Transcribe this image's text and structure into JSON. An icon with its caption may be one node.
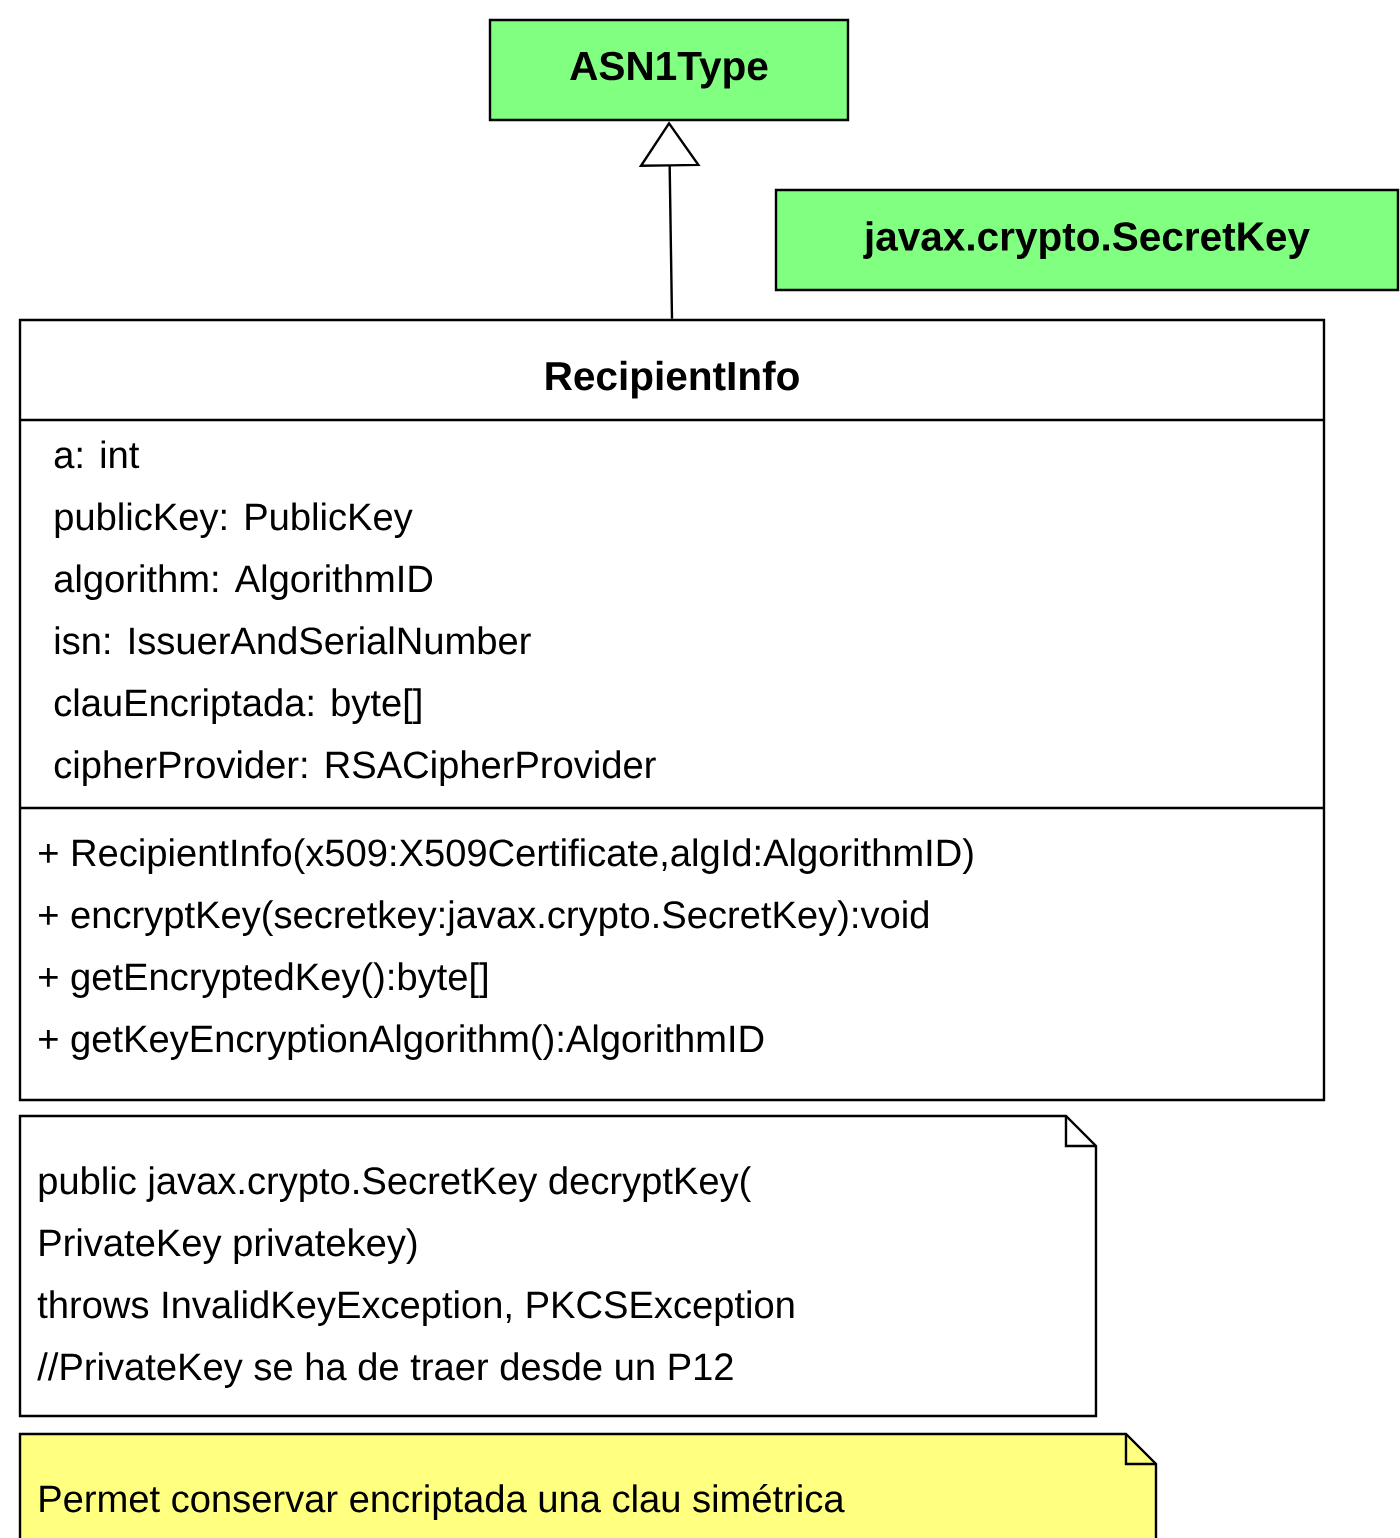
{
  "diagram": {
    "nodes": [
      {
        "text": [
          "ASN1Type"
        ]
      },
      {
        "text": [
          "javax.crypto.SecretKey"
        ]
      },
      {
        "text": [
          "RecipientInfo",
          "a: int",
          "publicKey: PublicKey",
          "algorithm: AlgorithmID",
          "isn: IssuerAndSerialNumber",
          "clauEncriptada: byte[]",
          "cipherProvider: RSACipherProvider",
          "+ RecipientInfo(x509:X509Certificate,algId:AlgorithmID)",
          "+ encryptKey(secretkey:javax.crypto.SecretKey):void",
          "+ getEncryptedKey():byte[]",
          "+ getKeyEncryptionAlgorithm():AlgorithmID"
        ]
      },
      {
        "text": [
          "public javax.crypto.SecretKey decryptKey(",
          "PrivateKey privatekey)",
          "throws InvalidKeyException, PKCSException",
          "//PrivateKey se ha de traer desde un P12"
        ]
      },
      {
        "text": [
          "Permet conservar encriptada una clau simétrica"
        ]
      }
    ],
    "edges": [
      {
        "from": 2,
        "to": 0,
        "arrow": "to"
      }
    ]
  }
}
